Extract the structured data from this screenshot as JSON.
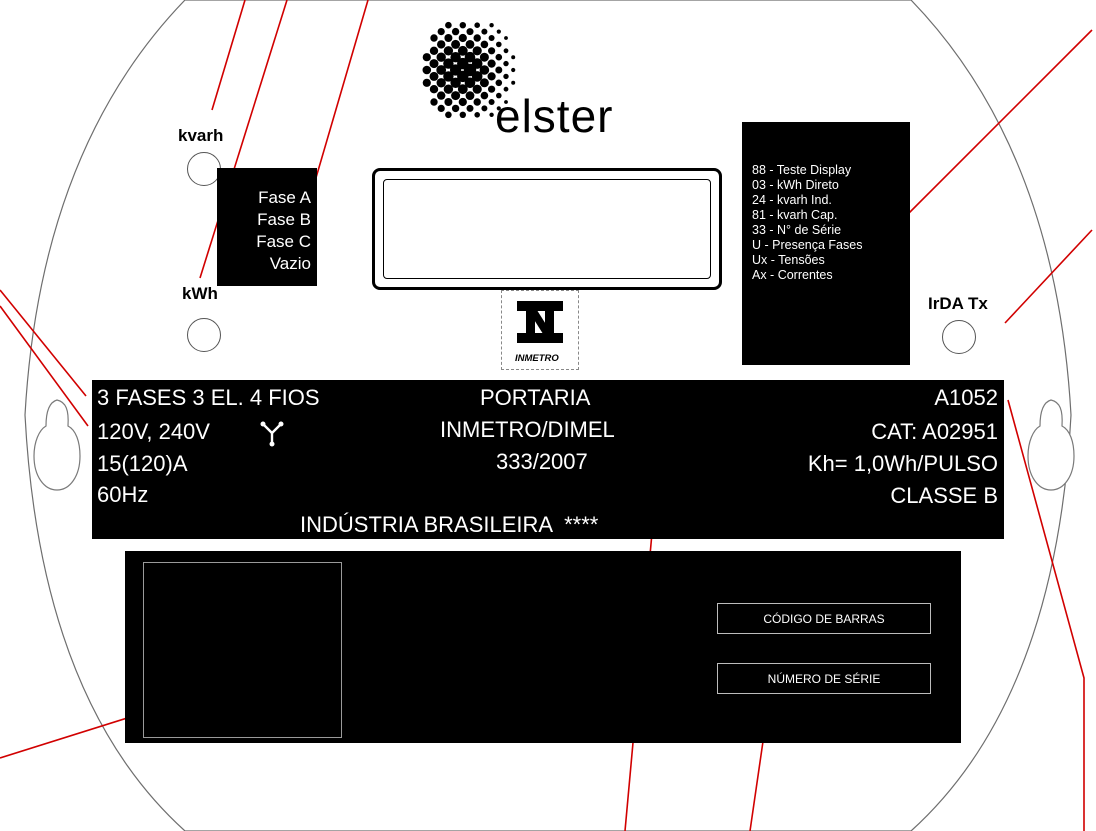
{
  "brand": {
    "name": "elster"
  },
  "indicators": {
    "kvarh_label": "kvarh",
    "kwh_label": "kWh",
    "irda_label": "IrDA Tx"
  },
  "phases": [
    "Fase A",
    "Fase B",
    "Fase C",
    "Vazio"
  ],
  "display_codes": [
    "88 - Teste Display",
    "03 - kWh Direto",
    "24 - kvarh Ind.",
    "81 - kvarh Cap.",
    "33 - N° de Série",
    "U - Presença Fases",
    "Ux - Tensões",
    "Ax - Correntes"
  ],
  "seal": {
    "text": "INMETRO"
  },
  "spec": {
    "left": [
      "3 FASES  3 EL.  4 FIOS",
      "120V, 240V",
      "15(120)A",
      "60Hz"
    ],
    "center": [
      "PORTARIA",
      "INMETRO/DIMEL",
      "333/2007"
    ],
    "right": [
      "A1052",
      "CAT: A02951",
      "Kh= 1,0Wh/PULSO",
      "CLASSE B"
    ],
    "footer": "INDÚSTRIA BRASILEIRA  ****"
  },
  "barcode_panel": {
    "barcode_label": "CÓDIGO DE BARRAS",
    "serial_label": "NÚMERO DE SÉRIE"
  },
  "colors": {
    "plate": "#ffffff",
    "outline": "#6e6e6e",
    "label_black": "#000000",
    "leader_line": "#d10000"
  }
}
